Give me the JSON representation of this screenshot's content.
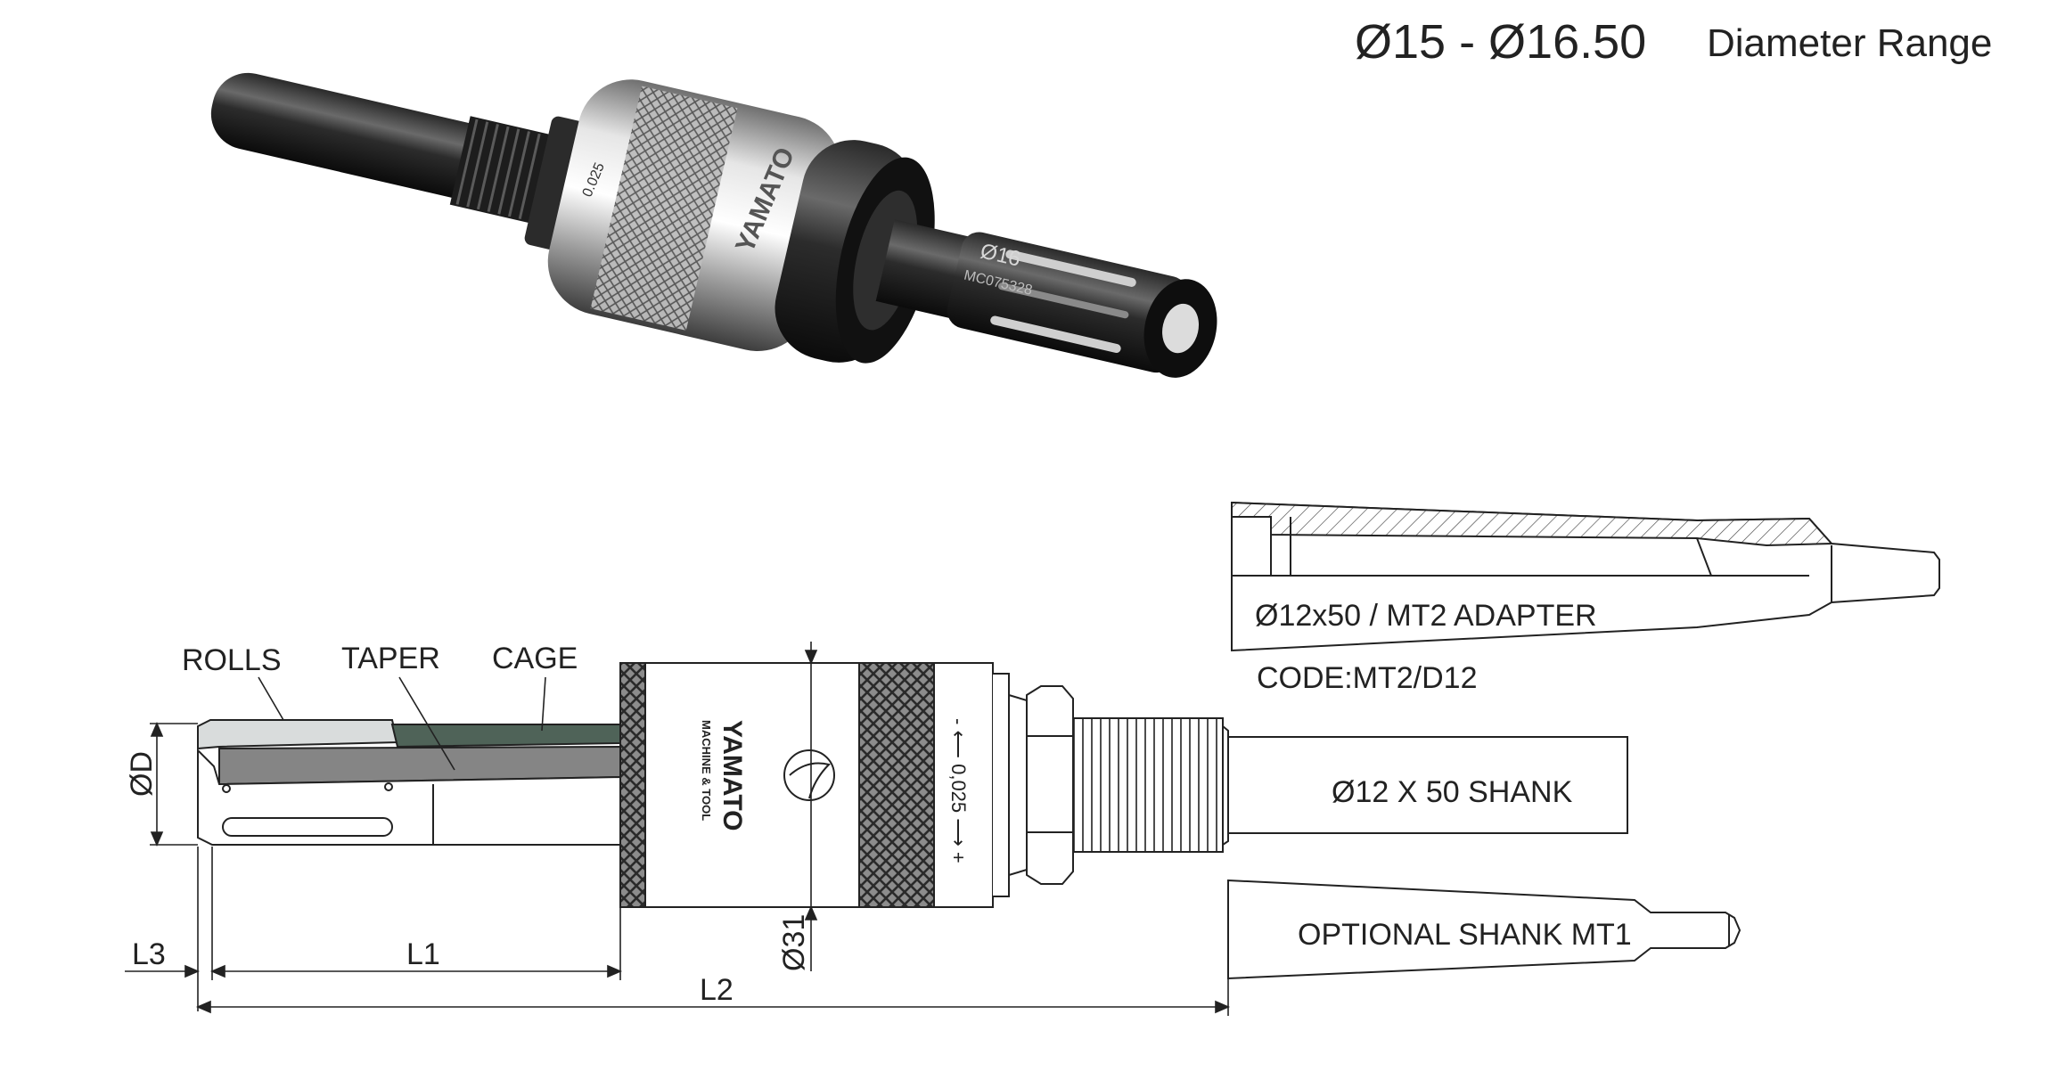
{
  "header": {
    "range": "Ø15 - Ø16.50",
    "range_caption": "Diameter Range"
  },
  "product": {
    "brand": "YAMATO",
    "brand_sub": "MACHINE & TOOL",
    "size_mark": "Ø16",
    "serial": "MC075328",
    "scale_mark": "0.025"
  },
  "callouts": {
    "rolls": "ROLLS",
    "taper": "TAPER",
    "cage": "CAGE"
  },
  "dimensions": {
    "od": "ØD",
    "l1": "L1",
    "l2": "L2",
    "l3": "L3",
    "d31": "Ø31",
    "adjust": "- ⟵ 0,025 ⟶ +"
  },
  "shanks": {
    "standard": "Ø12 X 50 SHANK",
    "optional": "OPTIONAL SHANK MT1",
    "adapter": "Ø12x50 / MT2 ADAPTER",
    "adapter_code": "CODE:MT2/D12"
  },
  "colors": {
    "line": "#222222",
    "roll_fill": "#d9dcdc",
    "cage_fill": "#4f6358",
    "taper_fill": "#858585",
    "knurl": "#3a3a3a",
    "steel": "#b8b8b8",
    "black_part": "#1c1c1c"
  }
}
